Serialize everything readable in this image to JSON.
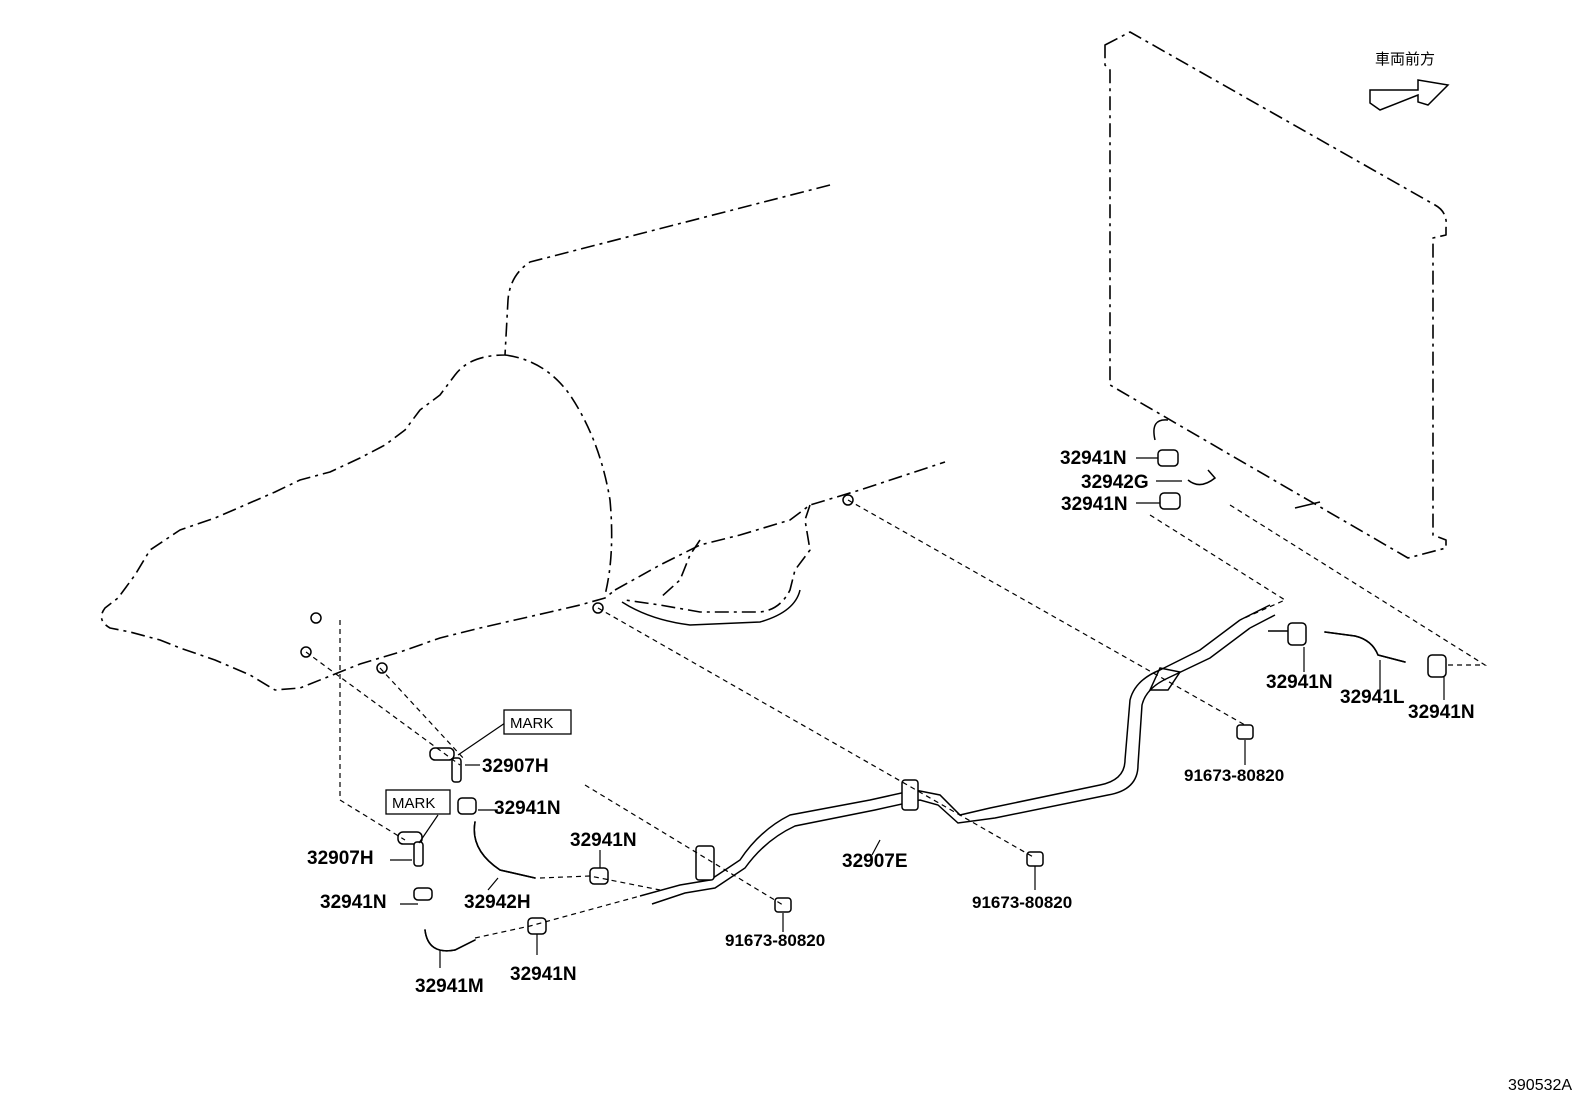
{
  "diagram": {
    "figure_id": "390532A",
    "direction_label": "車両前方",
    "mark_label": "MARK",
    "labels": {
      "l_32941N_rad_top": "32941N",
      "l_32942G": "32942G",
      "l_32941N_rad_bot": "32941N",
      "l_32941N_right1": "32941N",
      "l_32941L": "32941L",
      "l_32941N_right2": "32941N",
      "l_91673_right": "91673-80820",
      "l_32907H_top": "32907H",
      "l_32941N_mid": "32941N",
      "l_32907H_left": "32907H",
      "l_32941N_left": "32941N",
      "l_32942H": "32942H",
      "l_32941N_hose": "32941N",
      "l_32907E": "32907E",
      "l_91673_center": "91673-80820",
      "l_91673_left": "91673-80820",
      "l_32941M": "32941M",
      "l_32941N_bottom": "32941N"
    }
  }
}
